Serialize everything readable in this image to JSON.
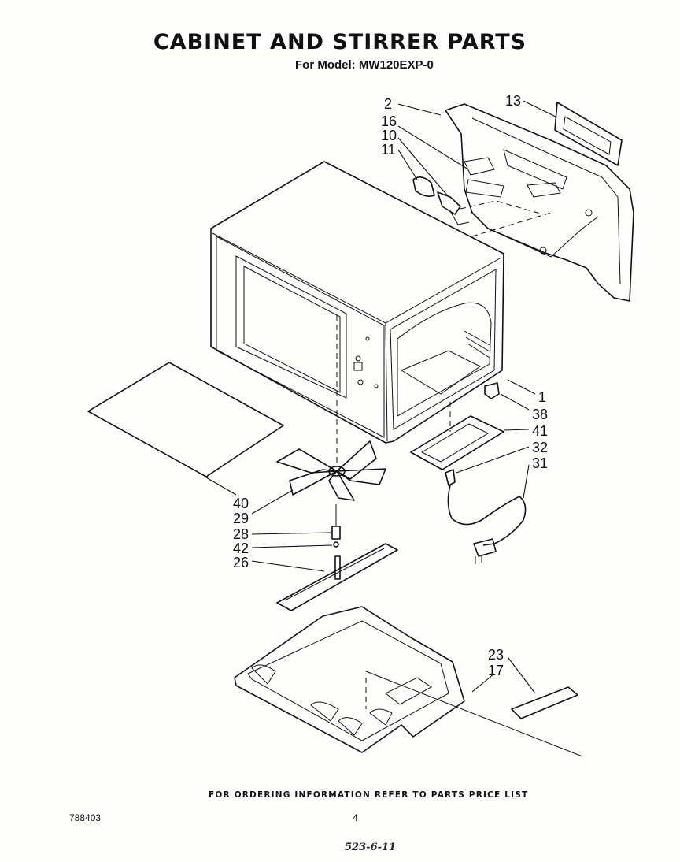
{
  "header": {
    "title": "CABINET AND STIRRER PARTS",
    "subtitle": "For Model: MW120EXP-0"
  },
  "callouts": [
    {
      "id": "c2",
      "text": "2"
    },
    {
      "id": "c16",
      "text": "16"
    },
    {
      "id": "c10",
      "text": "10"
    },
    {
      "id": "c11",
      "text": "11"
    },
    {
      "id": "c13",
      "text": "13"
    },
    {
      "id": "c1",
      "text": "1"
    },
    {
      "id": "c38",
      "text": "38"
    },
    {
      "id": "c41",
      "text": "41"
    },
    {
      "id": "c32",
      "text": "32"
    },
    {
      "id": "c31",
      "text": "31"
    },
    {
      "id": "c40",
      "text": "40"
    },
    {
      "id": "c29",
      "text": "29"
    },
    {
      "id": "c28",
      "text": "28"
    },
    {
      "id": "c42",
      "text": "42"
    },
    {
      "id": "c26",
      "text": "26"
    },
    {
      "id": "c23",
      "text": "23"
    },
    {
      "id": "c17",
      "text": "17"
    }
  ],
  "footer": {
    "note": "FOR ORDERING INFORMATION REFER TO PARTS PRICE LIST",
    "doc_number": "788403",
    "page_number": "4",
    "handwritten": "523-6-11"
  }
}
